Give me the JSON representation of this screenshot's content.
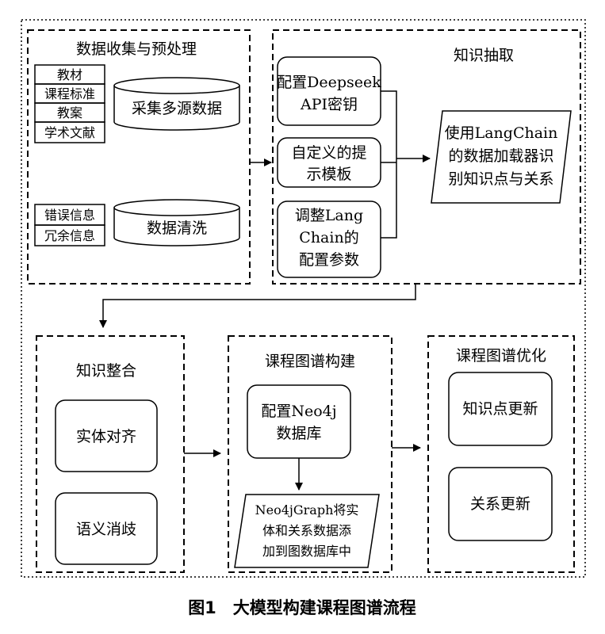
{
  "sections": {
    "collection": {
      "title": "数据收集与预处理",
      "sources": [
        "教材",
        "课程标准",
        "教案",
        "学术文献"
      ],
      "collect": "采集多源数据",
      "noise": [
        "错误信息",
        "冗余信息"
      ],
      "clean": "数据清洗"
    },
    "extraction": {
      "title": "知识抽取",
      "steps": [
        [
          "配置Deepseek",
          "API密钥"
        ],
        [
          "自定义的提",
          "示模板"
        ],
        [
          "调整Lang",
          "Chain的",
          "配置参数"
        ]
      ],
      "result": [
        "使用LangChain",
        "的数据加载器识",
        "别知识点与关系"
      ]
    },
    "integration": {
      "title": "知识整合",
      "steps": [
        "实体对齐",
        "语义消歧"
      ]
    },
    "construction": {
      "title": "课程图谱构建",
      "config": [
        "配置Neo4j",
        "数据库"
      ],
      "graph": [
        "Neo4jGraph将实",
        "体和关系数据添",
        "加到图数据库中"
      ]
    },
    "optimization": {
      "title": "课程图谱优化",
      "steps": [
        "知识点更新",
        "关系更新"
      ]
    }
  },
  "caption": "图1　大模型构建课程图谱流程"
}
